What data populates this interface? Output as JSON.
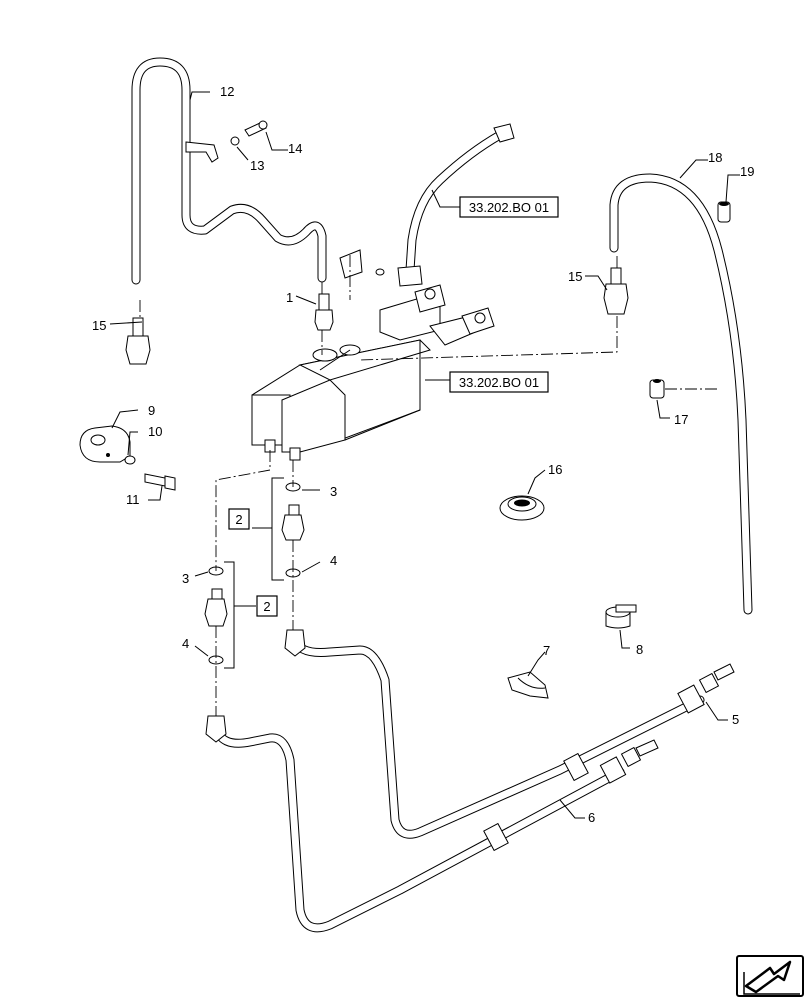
{
  "callouts": {
    "c1": "1",
    "c2a": "2",
    "c2b": "2",
    "c3a": "3",
    "c3b": "3",
    "c4a": "4",
    "c4b": "4",
    "c5": "5",
    "c6": "6",
    "c7": "7",
    "c8": "8",
    "c9": "9",
    "c10": "10",
    "c11": "11",
    "c12": "12",
    "c13": "13",
    "c14": "14",
    "c15a": "15",
    "c15b": "15",
    "c16": "16",
    "c17": "17",
    "c18": "18",
    "c19": "19"
  },
  "references": {
    "ref_top": "33.202.BO 01",
    "ref_mid": "33.202.BO 01"
  },
  "icons": {
    "nav": "arrow-page-icon"
  }
}
